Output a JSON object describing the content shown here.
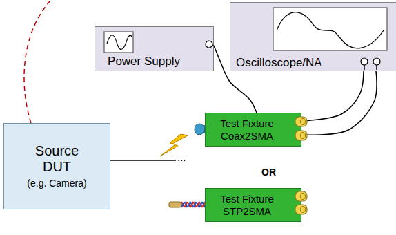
{
  "diagram": {
    "nodes": [
      {
        "text": [
          "Power Supply"
        ]
      },
      {
        "text": [
          "Oscilloscope/NA"
        ]
      },
      {
        "text": [
          "Source DUT",
          "(e.g. Camera)"
        ]
      },
      {
        "text": [
          "Test Fixture Coax2SMA"
        ]
      },
      {
        "text": [
          "Test Fixture STP2SMA"
        ]
      }
    ],
    "edges": [
      {
        "from": 0,
        "to": 3,
        "arrow": "none"
      },
      {
        "from": 1,
        "to": 3,
        "arrow": "none"
      },
      {
        "from": 1,
        "to": 3,
        "arrow": "none"
      }
    ],
    "labels": [
      "...",
      "OR"
    ]
  }
}
